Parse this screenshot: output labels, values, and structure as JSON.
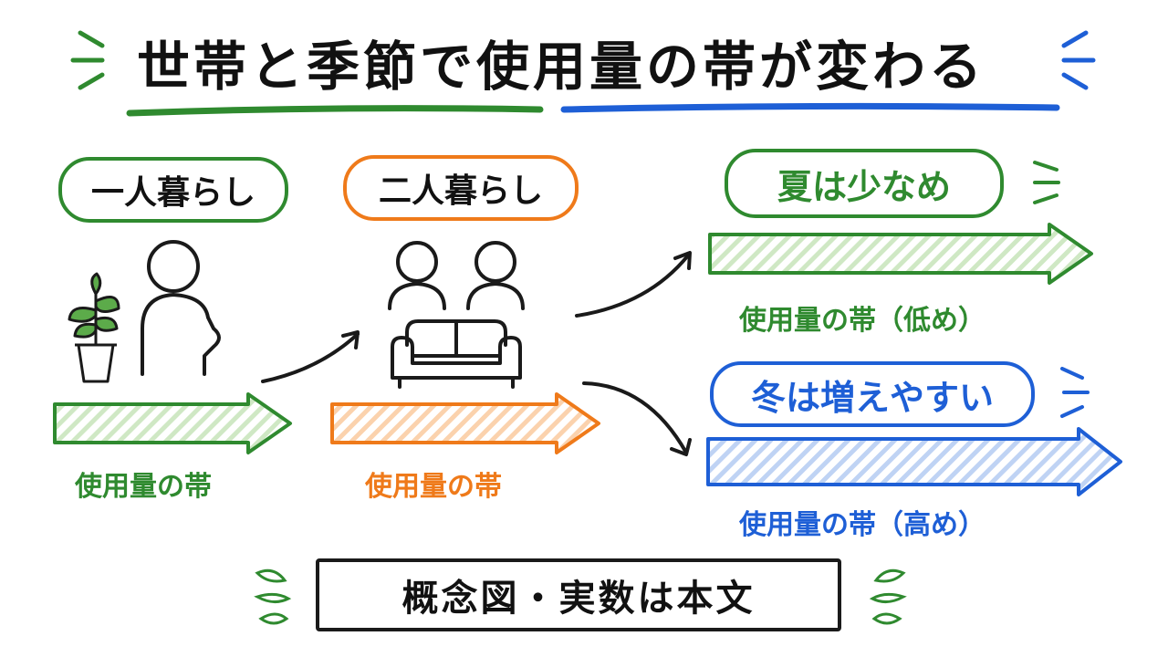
{
  "title": "世帯と季節で使用量の帯が変わる",
  "households": {
    "single": {
      "label": "一人暮らし",
      "band_label": "使用量の帯"
    },
    "couple": {
      "label": "二人暮らし",
      "band_label": "使用量の帯"
    }
  },
  "seasons": {
    "summer": {
      "label": "夏は少なめ",
      "band_label": "使用量の帯（低め）"
    },
    "winter": {
      "label": "冬は増えやすい",
      "band_label": "使用量の帯（高め）"
    }
  },
  "note": "概念図・実数は本文",
  "colors": {
    "green": "#2f8a2f",
    "green_light": "#cfe8c4",
    "orange": "#ef7a1a",
    "orange_light": "#fbd2ad",
    "blue": "#1e5fd6",
    "blue_light": "#bfd3f4",
    "ink": "#1a1a1a"
  }
}
